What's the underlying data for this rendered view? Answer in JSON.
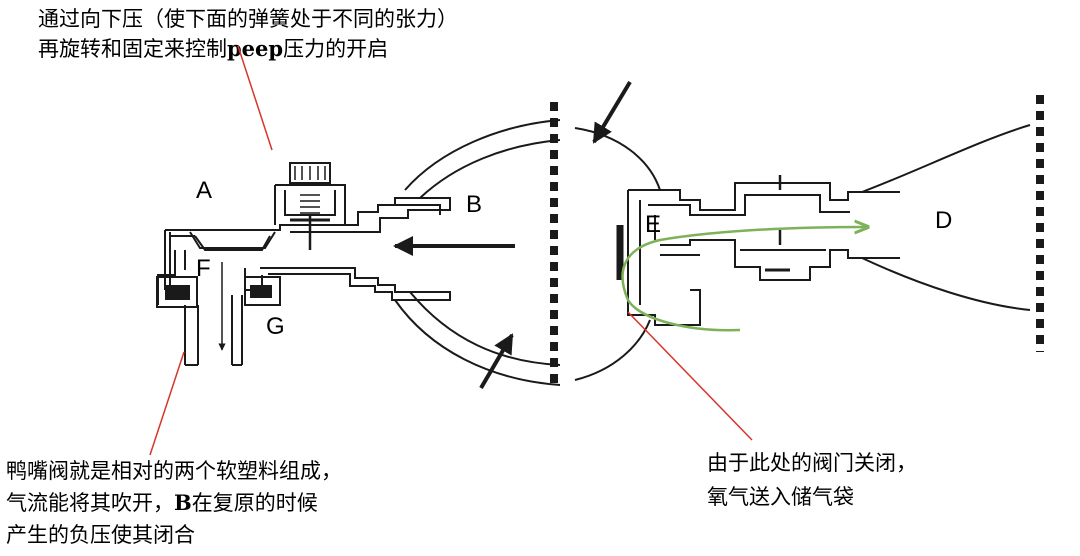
{
  "annotations": {
    "top": {
      "line1": "通过向下压（使下面的弹簧处于不同的张力）",
      "line2_pre": "再旋转和固定来控制",
      "line2_bold": "peep",
      "line2_post": "压力的开启"
    },
    "bottom_left": {
      "line1": "鸭嘴阀就是相对的两个软塑料组成，",
      "line2_pre": "气流能将其吹开，",
      "line2_bold": "B",
      "line2_post": "在复原的时候",
      "line3": "产生的负压使其闭合"
    },
    "bottom_right": {
      "line1": "由于此处的阀门关闭，",
      "line2": "氧气送入储气袋"
    }
  },
  "diagram": {
    "labels": {
      "a": "A",
      "b": "B",
      "d": "D",
      "e": "E",
      "f": "F",
      "g": "G"
    },
    "colors": {
      "annotation_line": "#d9342b",
      "flow_arrow": "#7db25a",
      "drawing": "#1a1a1a"
    }
  }
}
